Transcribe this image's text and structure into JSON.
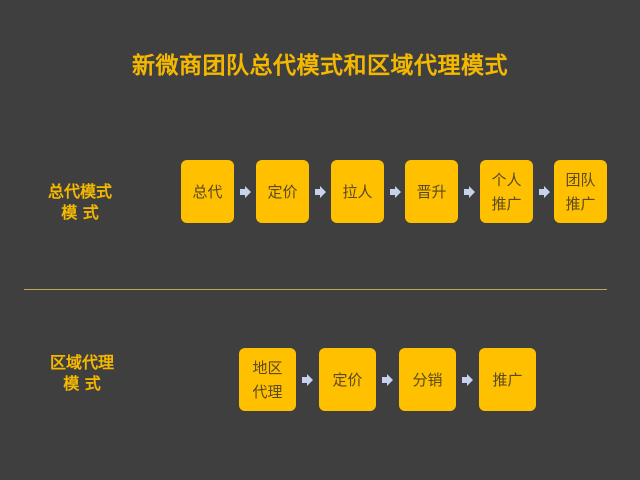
{
  "title": "新微商团队总代模式和区域代理模式",
  "colors": {
    "background": "#3f3f3f",
    "accent": "#ffc000",
    "title": "#f5b800",
    "arrow": "#c5d3ee"
  },
  "rows": [
    {
      "label_line1": "总代模式",
      "label_line2": "模 式",
      "steps": [
        {
          "line1": "总代",
          "line2": ""
        },
        {
          "line1": "定价",
          "line2": ""
        },
        {
          "line1": "拉人",
          "line2": ""
        },
        {
          "line1": "晋升",
          "line2": ""
        },
        {
          "line1": "个人",
          "line2": "推广"
        },
        {
          "line1": "团队",
          "line2": "推广"
        }
      ]
    },
    {
      "label_line1": "区域代理",
      "label_line2": "模 式",
      "steps": [
        {
          "line1": "地区",
          "line2": "代理"
        },
        {
          "line1": "定价",
          "line2": ""
        },
        {
          "line1": "分销",
          "line2": ""
        },
        {
          "line1": "推广",
          "line2": ""
        }
      ]
    }
  ]
}
